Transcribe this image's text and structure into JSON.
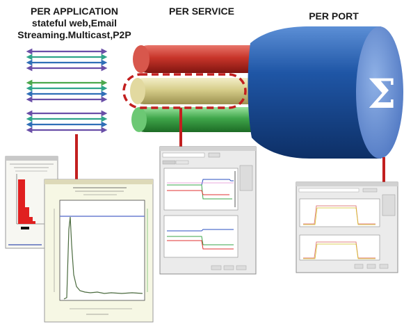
{
  "headers": {
    "application": [
      "PER APPLICATION",
      "stateful web,Email",
      "Streaming.Multicast,P2P"
    ],
    "service": "PER SERVICE",
    "port": "PER PORT"
  },
  "port_symbol": "Σ",
  "colors": {
    "arrow_purple": "#6a4fa8",
    "arrow_teal": "#2fa58a",
    "arrow_blue": "#2f6fb7",
    "arrow_green": "#4ca84c",
    "tube_red": "#c8352a",
    "tube_tan": "#c9bf78",
    "tube_green": "#3fa64a",
    "tube_blue": "#1f56a6",
    "link_red": "#c21f1f"
  },
  "icons": [
    "window-icon",
    "chart-icon"
  ]
}
